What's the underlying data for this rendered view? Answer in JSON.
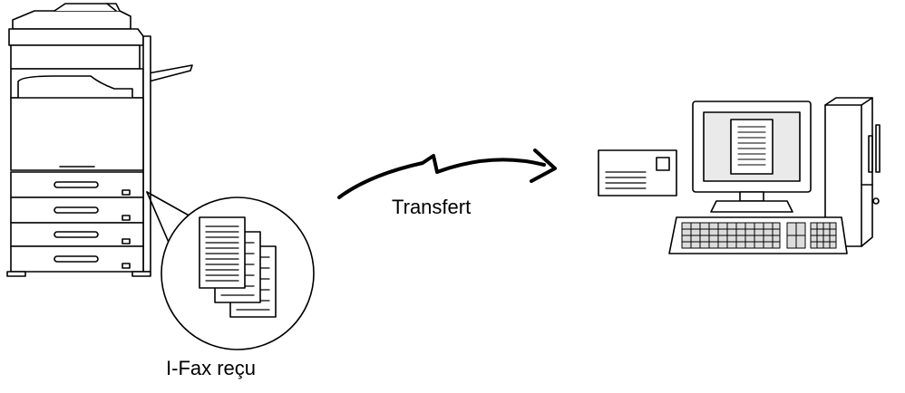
{
  "diagram": {
    "transfer_label": "Transfert",
    "received_label": "I-Fax reçu",
    "nodes": [
      {
        "id": "mfp",
        "icon": "multifunction-printer-icon"
      },
      {
        "id": "received-docs",
        "icon": "document-stack-icon"
      },
      {
        "id": "email",
        "icon": "envelope-icon"
      },
      {
        "id": "computer",
        "icon": "desktop-computer-icon"
      }
    ],
    "edges": [
      {
        "from": "mfp",
        "to": "computer",
        "label": "Transfert"
      }
    ]
  },
  "colors": {
    "line": "#000000",
    "background": "#ffffff",
    "panel": "#f2f2f2"
  }
}
